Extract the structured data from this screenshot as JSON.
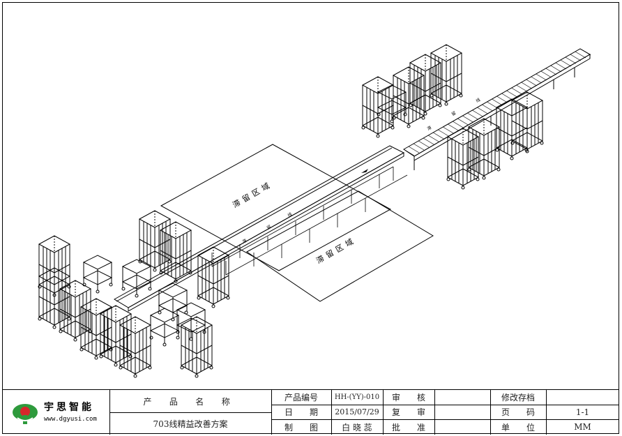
{
  "drawing": {
    "zone_labels": [
      "滞留区域",
      "滞留区域"
    ],
    "line_labels": [
      "滞",
      "留",
      "线",
      "滞",
      "留",
      "线"
    ]
  },
  "title_block": {
    "company": {
      "name": "宇思智能",
      "website": "www.dgyusi.com",
      "logo_colors": {
        "green": "#2e9a3c",
        "red": "#d6262b"
      }
    },
    "product_name_label": "产 品 名 称",
    "product_name_value": "703线精益改善方案",
    "product_code_label": "产品编号",
    "product_code_value": "HH-(YY)-010",
    "date_label": "日　　期",
    "date_value": "2015/07/29",
    "drafter_label": "制　　图",
    "drafter_value": "白 晓 蕊",
    "audit_label": "审　　核",
    "recheck_label": "复　　审",
    "approve_label": "批　　准",
    "revision_label": "修改存档",
    "page_label": "页　　码",
    "page_value": "1-1",
    "unit_label": "单　　位",
    "unit_value": "MM"
  }
}
